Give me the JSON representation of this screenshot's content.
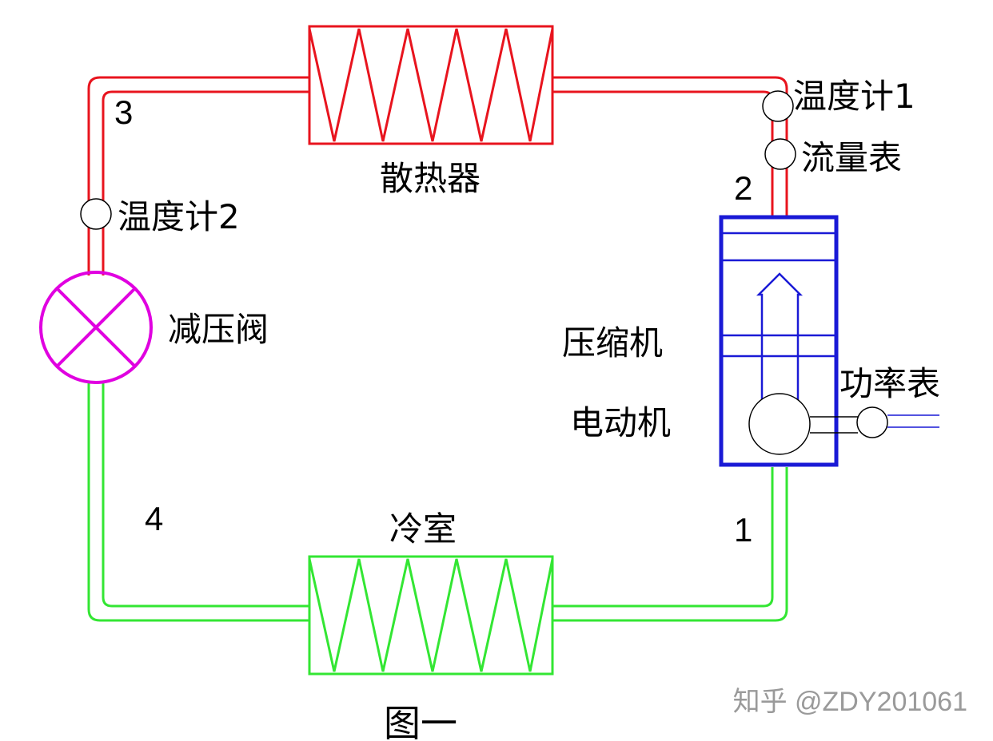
{
  "labels": {
    "radiator": "散热器",
    "cold_room": "冷室",
    "valve": "减压阀",
    "compressor": "压缩机",
    "motor": "电动机",
    "thermometer1": "温度计1",
    "thermometer2": "温度计2",
    "flowmeter": "流量表",
    "power_meter": "功率表",
    "point1": "1",
    "point2": "2",
    "point3": "3",
    "point4": "4",
    "figure_caption": "图一",
    "watermark": "知乎 @ZDY201061"
  },
  "colors": {
    "hot_pipe": "#e8141e",
    "cold_pipe": "#33e633",
    "valve": "#e000e0",
    "compressor": "#1a1ad6",
    "instrument": "#000000"
  }
}
